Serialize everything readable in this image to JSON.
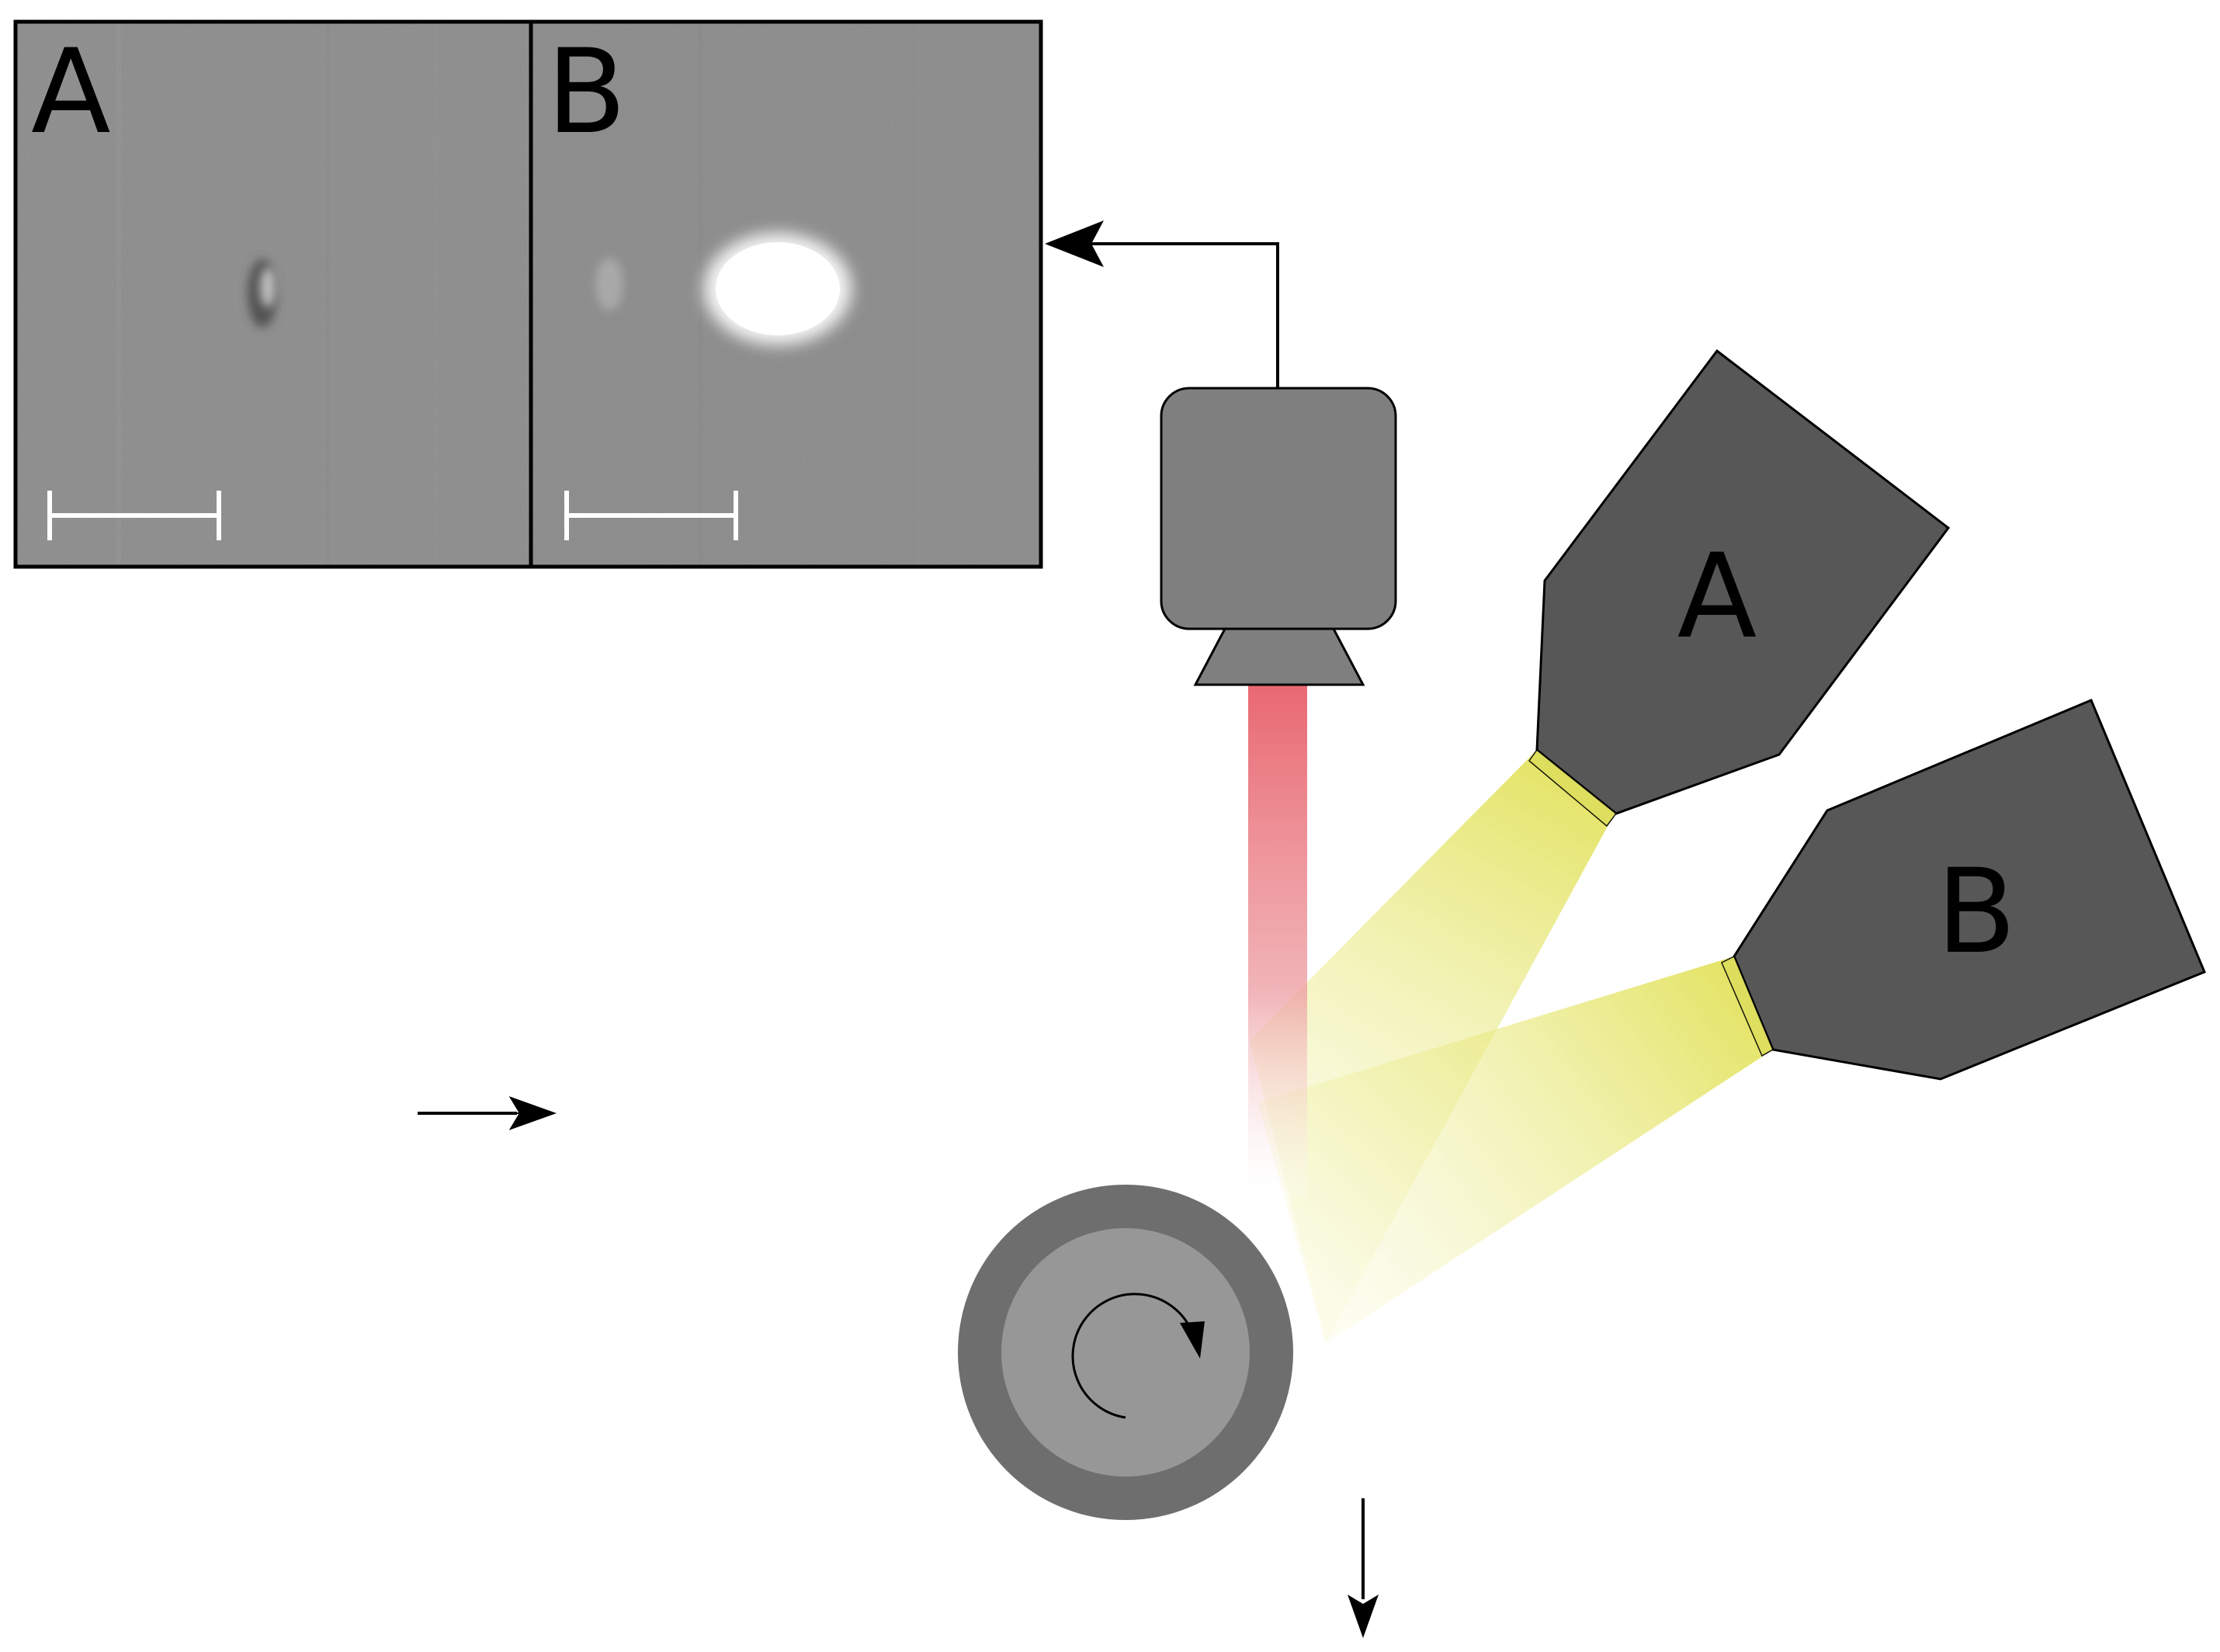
{
  "inset": {
    "panel_a_label": "A",
    "panel_b_label": "B"
  },
  "lights": {
    "a_label": "A",
    "b_label": "B"
  },
  "colors": {
    "background": "#ffffff",
    "inset_gray": "#8a8a8a",
    "lamp_body": "#575757",
    "camera_body": "#7f7f7f",
    "roller_outer": "#6e6e6e",
    "roller_inner": "#979797",
    "web_dark": "#3d3d3d",
    "web_copper": "#b8711f",
    "light_beam": "#e6e66a",
    "camera_beam": "#e8606a"
  },
  "icons": [
    "camera-icon",
    "lamp-a-icon",
    "lamp-b-icon",
    "roller-icon",
    "rotation-arrow-icon",
    "feed-arrow-icon",
    "output-arrow-icon",
    "signal-arrow-icon"
  ]
}
